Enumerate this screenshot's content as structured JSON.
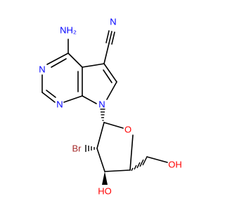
{
  "colors": {
    "bond": "#000000",
    "nitrogen": "#0000FF",
    "oxygen": "#FF0000",
    "bromine": "#A52A2A",
    "background": "#FFFFFF"
  },
  "labels": {
    "amino_h2": "H₂N",
    "amino_text": "NH₂",
    "nitrile_n": "N",
    "pyrimidine_n1": "N",
    "pyrimidine_n3": "N",
    "pyrrole_n": "N",
    "ring_oxygen": "O",
    "bromine": "Br",
    "hydroxyl_ring": "HO",
    "hydroxyl_chain": "OH"
  }
}
